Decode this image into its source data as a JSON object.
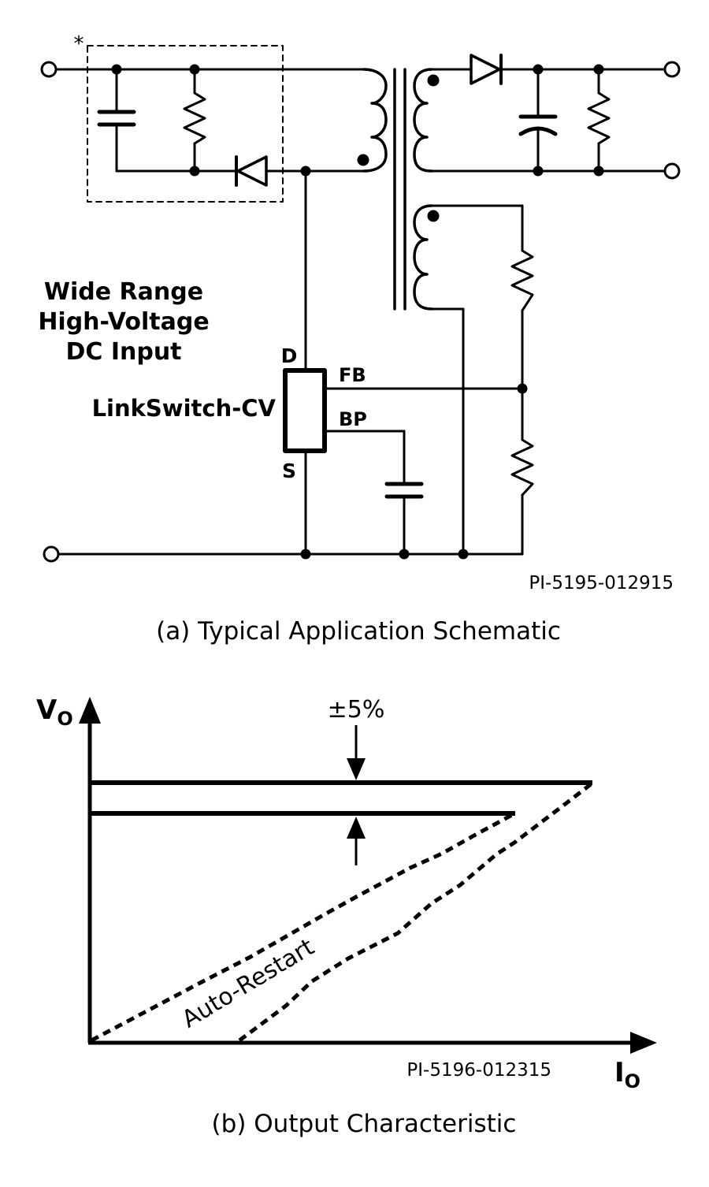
{
  "schematic": {
    "asterisk": "*",
    "input_label_lines": [
      "Wide Range",
      "High-Voltage",
      "DC Input"
    ],
    "ic_name": "LinkSwitch-CV",
    "pins": {
      "drain": "D",
      "source": "S",
      "feedback": "FB",
      "bypass": "BP"
    },
    "part_number": "PI-5195-012915",
    "caption": "(a) Typical Application Schematic"
  },
  "characteristic": {
    "y_axis_label": "V",
    "y_axis_subscript": "O",
    "x_axis_label": "I",
    "x_axis_subscript": "O",
    "tolerance_label": "±5%",
    "curve_label": "Auto-Restart",
    "part_number": "PI-5196-012315",
    "caption": "(b) Output Characteristic"
  },
  "colors": {
    "ink": "#000000",
    "background": "#ffffff"
  }
}
